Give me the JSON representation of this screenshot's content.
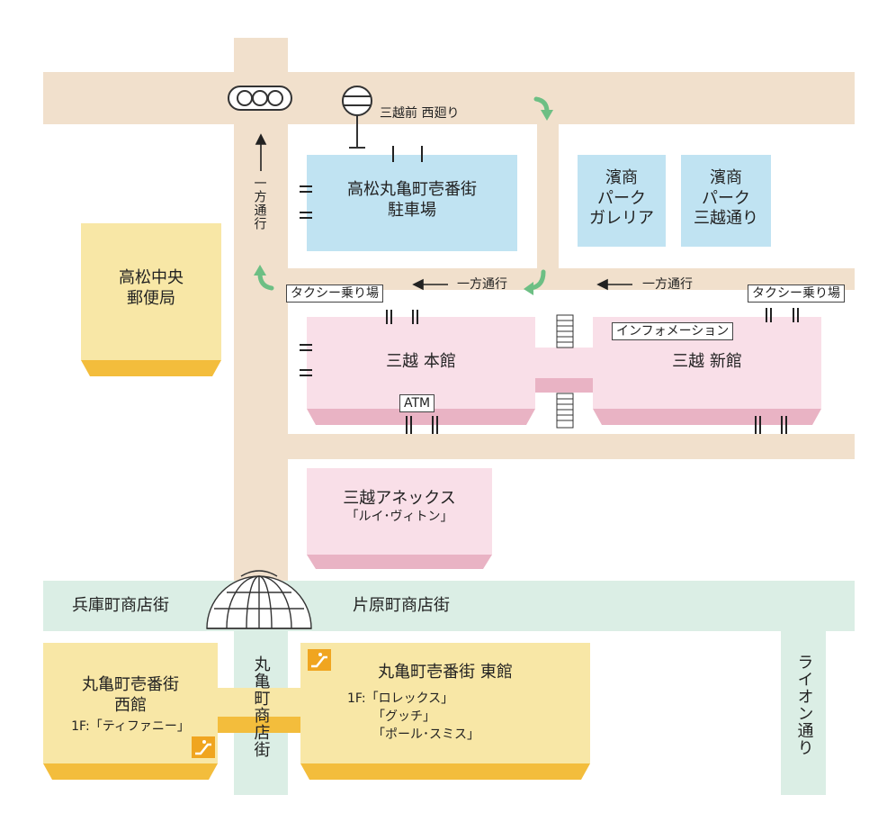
{
  "colors": {
    "road_main": "#f1e0cc",
    "road_arcade": "#dbeee5",
    "parking": "#c0e3f2",
    "mitsukoshi": "#f9dfe8",
    "mitsukoshi_side": "#e9b3c4",
    "yellow": "#f8e7a6",
    "yellow_side": "#f3bd3c",
    "arrow_green": "#6dbf84",
    "escalator": "#f0a520"
  },
  "buildings": {
    "parking": {
      "line1": "高松丸亀町壱番街",
      "line2": "駐車場"
    },
    "hamasho_galleria": {
      "line1": "濱商",
      "line2": "パーク",
      "line3": "ガレリア"
    },
    "hamasho_mitsukoshi": {
      "line1": "濱商",
      "line2": "パーク",
      "line3": "三越通り"
    },
    "post_office": {
      "line1": "高松中央",
      "line2": "郵便局"
    },
    "mitsukoshi_main": {
      "label": "三越 本館"
    },
    "mitsukoshi_new": {
      "label": "三越 新館"
    },
    "annex": {
      "line1": "三越アネックス",
      "line2": "「ルイ･ヴィトン」"
    },
    "west": {
      "line1": "丸亀町壱番街",
      "line2": "西館",
      "line3": "1F:「ティファニー」"
    },
    "east": {
      "title": "丸亀町壱番街 東館",
      "shop1": "1F:「ロレックス」",
      "shop2": "「グッチ」",
      "shop3": "「ポール･スミス」"
    }
  },
  "signs": {
    "bus_stop": "三越前 西廻り",
    "one_way_left": "一方通行",
    "one_way_right": "一方通行",
    "one_way_vertical": "一方通行",
    "taxi_left": "タクシー乗り場",
    "taxi_right": "タクシー乗り場",
    "information": "インフォメーション",
    "atm": "ATM"
  },
  "streets": {
    "hyogo": "兵庫町商店街",
    "katahara": "片原町商店街",
    "marugame": "丸亀町商店街",
    "lion": "ライオン通り"
  },
  "icons": [
    "traffic-light-icon",
    "bus-stop-icon",
    "one-way-arrow-icon",
    "turn-arrow-icon",
    "escalator-icon",
    "entrance-icon",
    "arcade-dome-icon",
    "stairs-icon"
  ]
}
